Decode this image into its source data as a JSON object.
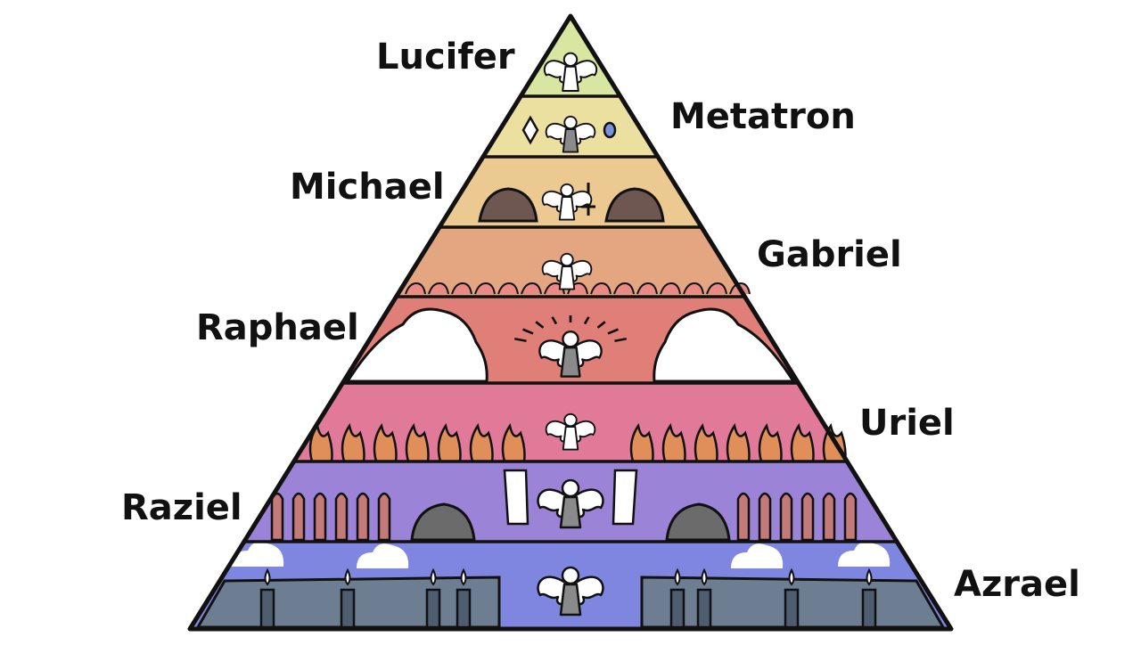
{
  "pyramid": {
    "tiers": [
      {
        "label": "Lucifer",
        "color": "#d7e6a0"
      },
      {
        "label": "Metatron",
        "color": "#ece0a0"
      },
      {
        "label": "Michael",
        "color": "#ecc990"
      },
      {
        "label": "Gabriel",
        "color": "#e3a680"
      },
      {
        "label": "Raphael",
        "color": "#e07f78"
      },
      {
        "label": "Uriel",
        "color": "#e07a98"
      },
      {
        "label": "Raziel",
        "color": "#9b84d8"
      },
      {
        "label": "Azrael",
        "color": "#7e86e0"
      }
    ],
    "accents": {
      "outline": "#111111",
      "cloud": "#ffffff",
      "rock": "#6d5750",
      "fire": "#e08f5a",
      "stone": "#6d7e93",
      "robe": "#8a8a8a",
      "candle_flame": "#ffffff"
    }
  }
}
